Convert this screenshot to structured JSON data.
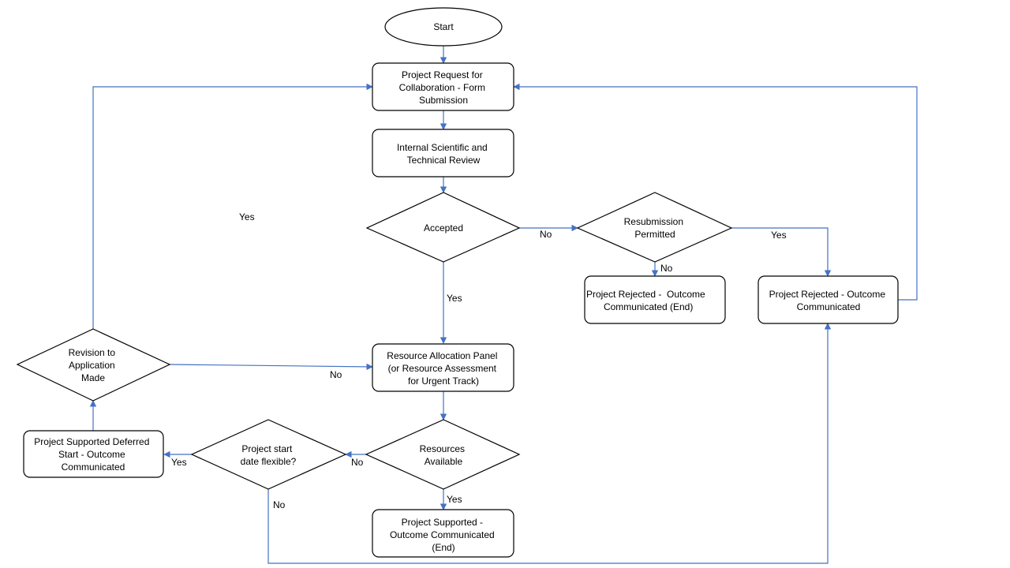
{
  "colors": {
    "connector": "#4472c4",
    "outline": "#000000",
    "background": "#ffffff"
  },
  "nodes": {
    "start": {
      "lines": [
        "Start"
      ]
    },
    "form_submission": {
      "lines": [
        "Project Request for",
        "Collaboration - Form",
        "Submission"
      ]
    },
    "internal_review": {
      "lines": [
        "Internal Scientific and",
        "Technical Review"
      ]
    },
    "accepted": {
      "lines": [
        "Accepted"
      ]
    },
    "resubmission_permitted": {
      "lines": [
        "Resubmission",
        "Permitted"
      ]
    },
    "rejected_end": {
      "lines": [
        "Project Rejected -  Outcome",
        "Communicated (End)"
      ]
    },
    "rejected_outcome": {
      "lines": [
        "Project Rejected - Outcome",
        "Communicated"
      ]
    },
    "resource_panel": {
      "lines": [
        "Resource Allocation Panel",
        "(or Resource Assessment",
        "for Urgent Track)"
      ]
    },
    "revision_made": {
      "lines": [
        "Revision to",
        "Application",
        "Made"
      ]
    },
    "resources_available": {
      "lines": [
        "Resources",
        "Available"
      ]
    },
    "start_flexible": {
      "lines": [
        "Project start",
        "date flexible?"
      ]
    },
    "supported_deferred": {
      "lines": [
        "Project Supported Deferred",
        "Start - Outcome",
        "Communicated"
      ]
    },
    "supported_end": {
      "lines": [
        "Project Supported -",
        "Outcome Communicated",
        "(End)"
      ]
    }
  },
  "edge_labels": {
    "revision_yes": "Yes",
    "accepted_no": "No",
    "resubmission_yes": "Yes",
    "resubmission_no": "No",
    "accepted_yes": "Yes",
    "revision_no": "No",
    "flexible_yes": "Yes",
    "resources_no": "No",
    "resources_yes": "Yes",
    "flexible_no": "No"
  }
}
